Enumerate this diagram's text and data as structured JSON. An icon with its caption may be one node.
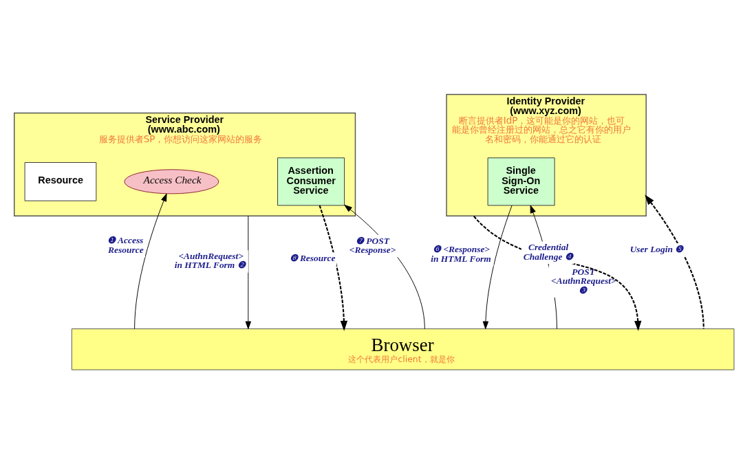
{
  "diagram": {
    "nodes": [
      {
        "text": [
          "Service Provider (www.abc.com)",
          "服务提供者SP，你想访问这家网站的服务"
        ]
      },
      {
        "text": [
          "Resource"
        ],
        "in": 0
      },
      {
        "text": [
          "Assertion Consumer Service"
        ],
        "in": 0
      },
      {
        "text": [
          "Access Check"
        ],
        "in": 0
      },
      {
        "text": [
          "Identity Provider (www.xyz.com)",
          "断言提供者IdP，这可能是你的网站，也可能是你曾经注册过的网站，总之它有你的用户名和密码，你能通过它的认证"
        ]
      },
      {
        "text": [
          "Single Sign-On Service"
        ],
        "in": 4
      },
      {
        "text": [
          "Browser",
          "这个代表用户client，就是你"
        ]
      }
    ],
    "edges": [
      {
        "from": 6,
        "to": 3,
        "arrow": "to",
        "label": "❶ Access Resource"
      },
      {
        "from": 0,
        "to": 6,
        "arrow": "to",
        "label": "<AuthnRequest> in HTML Form ❷"
      },
      {
        "from": 6,
        "to": 5,
        "arrow": "to",
        "label": "POST <AuthnRequest> ❸"
      },
      {
        "from": 4,
        "to": 6,
        "arrow": "to",
        "label": "Credential Challenge ❹",
        "style": "dashed"
      },
      {
        "from": 6,
        "to": 4,
        "arrow": "to",
        "label": "User Login ❺",
        "style": "dashed"
      },
      {
        "from": 5,
        "to": 6,
        "arrow": "to",
        "label": "❻ <Response> in HTML Form"
      },
      {
        "from": 6,
        "to": 2,
        "arrow": "to",
        "label": "❼ POST <Response>"
      },
      {
        "from": 2,
        "to": 6,
        "arrow": "to",
        "label": "❽ Resource",
        "style": "dashed"
      }
    ]
  }
}
